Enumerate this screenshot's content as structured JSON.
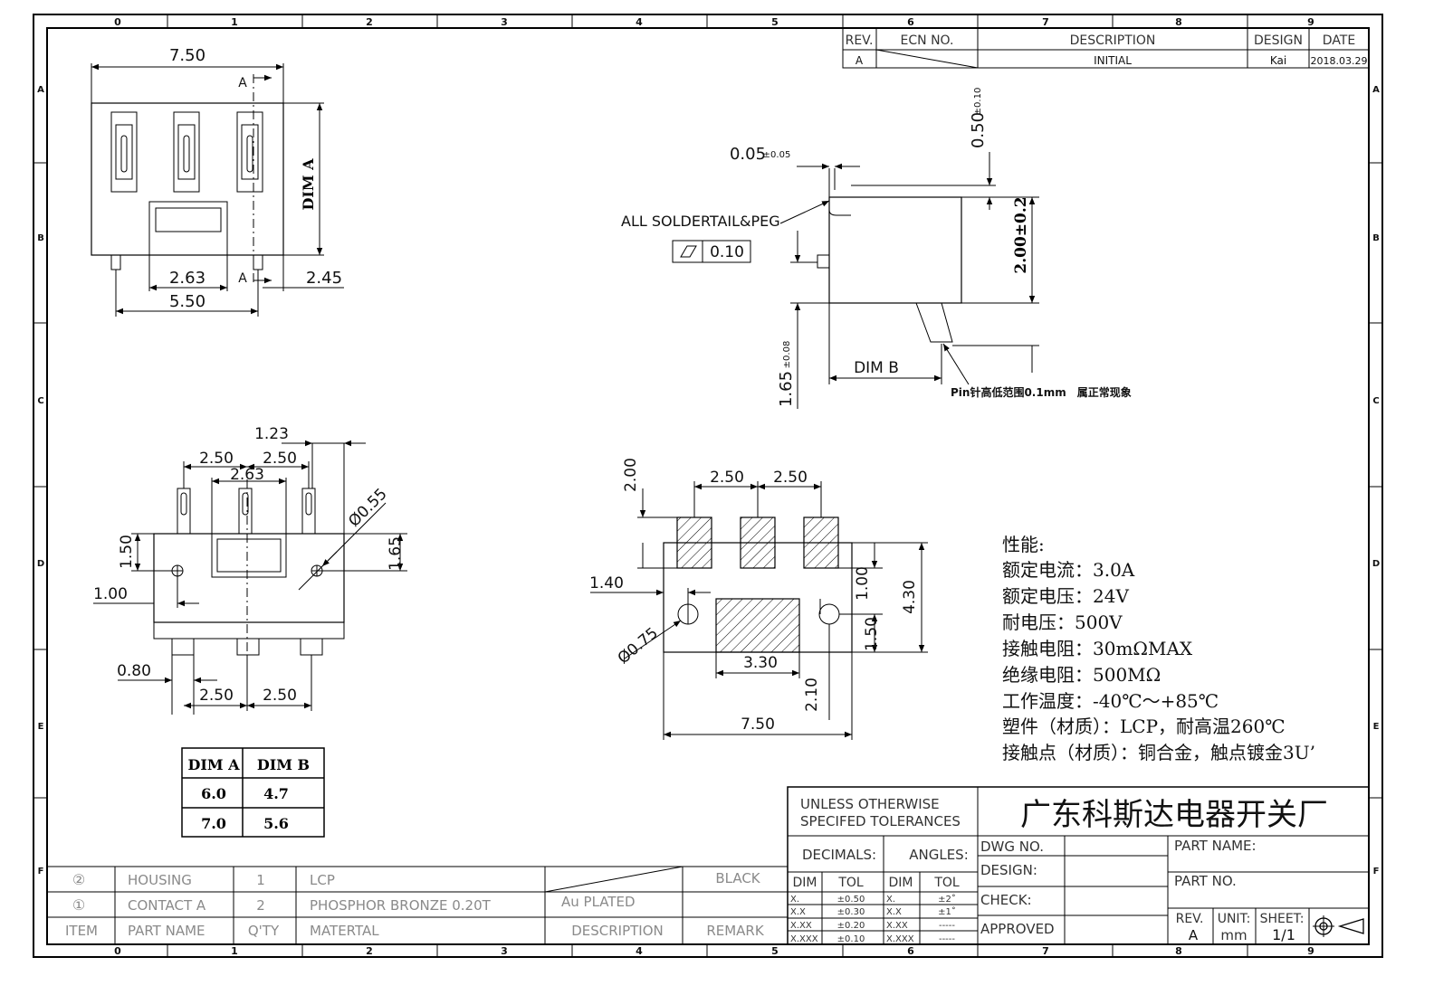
{
  "frame": {
    "col_labels": [
      "0",
      "1",
      "2",
      "3",
      "4",
      "5",
      "6",
      "7",
      "8",
      "9"
    ],
    "row_labels": [
      "A",
      "B",
      "C",
      "D",
      "E",
      "F"
    ]
  },
  "revision_block": {
    "headers": {
      "rev": "REV.",
      "ecn": "ECN NO.",
      "description": "DESCRIPTION",
      "design": "DESIGN",
      "date": "DATE"
    },
    "row": {
      "rev": "A",
      "description": "INITIAL",
      "design": "Kai",
      "date": "2018.03.29"
    }
  },
  "top_view": {
    "width": "7.50",
    "dim_a": "DIM A",
    "pitch": "2.63",
    "right": "2.45",
    "span": "5.50",
    "section_mark": "A"
  },
  "side_view": {
    "gap": "0.05",
    "gap_tol": "±0.05",
    "top_offset": "0.50",
    "top_offset_tol": "±0.10",
    "height": "2.00±0.2",
    "note": "ALL SOLDERTAIL&PEG",
    "flatness": "0.10",
    "dim_b": "DIM B",
    "tail": "1.65",
    "tail_tol": "±0.08",
    "pin_note": "Pin针高低范围0.1mm　属正常现象"
  },
  "front_view": {
    "d123": "1.23",
    "pitch_left": "2.50",
    "pitch_right": "2.50",
    "center": "2.63",
    "hole": "Ø0.55",
    "h150": "1.50",
    "h165": "1.65",
    "left100": "1.00",
    "w080": "0.80",
    "b_left": "2.50",
    "b_right": "2.50"
  },
  "pcb_layout": {
    "h200": "2.00",
    "pitch_left": "2.50",
    "pitch_right": "2.50",
    "left140": "1.40",
    "h100": "1.00",
    "h430": "4.30",
    "h150": "1.50",
    "hole": "Ø0.75",
    "pad": "3.30",
    "h210": "2.10",
    "width": "7.50"
  },
  "specs": {
    "title": "性能:",
    "items": [
      "额定电流：3.0A",
      "额定电压：24V",
      "耐电压：500V",
      "接触电阻：30mΩMAX",
      "绝缘电阻：500MΩ",
      "工作温度：-40℃～+85℃",
      "塑件（材质）：LCP，耐高温260℃",
      "接触点（材质）：铜合金，触点镀金3U’"
    ]
  },
  "dim_table": {
    "headers": [
      "DIM A",
      "DIM B"
    ],
    "rows": [
      [
        "6.0",
        "4.7"
      ],
      [
        "7.0",
        "5.6"
      ]
    ]
  },
  "bom": {
    "rows": [
      {
        "item": "②",
        "name": "HOUSING",
        "qty": "1",
        "material": "LCP",
        "description": "",
        "remark": "BLACK"
      },
      {
        "item": "①",
        "name": "CONTACT A",
        "qty": "2",
        "material": "PHOSPHOR BRONZE 0.20T",
        "description": "Au PLATED",
        "remark": ""
      }
    ],
    "header": {
      "item": "ITEM",
      "name": "PART NAME",
      "qty": "Q'TY",
      "material": "MATERTAL",
      "description": "DESCRIPTION",
      "remark": "REMARK"
    }
  },
  "title_block": {
    "tol_title_1": "UNLESS OTHERWISE",
    "tol_title_2": "SPECIFED TOLERANCES",
    "company": "广东科斯达电器开关厂",
    "decimals": "DECIMALS:",
    "angles": "ANGLES:",
    "dim": "DIM",
    "tol": "TOL",
    "decimal_rows": [
      [
        "X.",
        "±0.50"
      ],
      [
        "X.X",
        "±0.30"
      ],
      [
        "X.XX",
        "±0.20"
      ],
      [
        "X.XXX",
        "±0.10"
      ]
    ],
    "angle_rows": [
      [
        "X.",
        "±2˚"
      ],
      [
        "X.X",
        "±1˚"
      ],
      [
        "X.XX",
        "-----"
      ],
      [
        "X.XXX",
        "-----"
      ]
    ],
    "dwg_no": "DWG NO.",
    "design": "DESIGN:",
    "check": "CHECK:",
    "approved": "APPROVED",
    "part_name": "PART NAME:",
    "part_no": "PART NO.",
    "rev_label": "REV.",
    "rev": "A",
    "unit_label": "UNIT:",
    "unit": "mm",
    "sheet_label": "SHEET:",
    "sheet": "1/1"
  }
}
